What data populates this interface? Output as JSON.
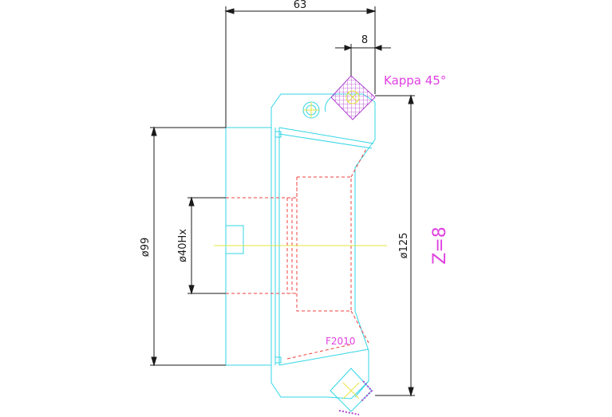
{
  "dimensions": {
    "overall_length": "63",
    "insert_offset": "8",
    "bore_diameter": "ø40Hx",
    "hub_diameter": "ø99",
    "cutter_diameter": "ø125"
  },
  "annotations": {
    "kappa": "Kappa  45°",
    "teeth": "Z=8",
    "insert_code": "F2010"
  },
  "colors": {
    "outline": "#33d6e6",
    "hidden": "#f04040",
    "dimension": "#1a1a1a",
    "annotation": "#e040e0",
    "centerline": "#e6e640",
    "insert": "#b040d0"
  }
}
